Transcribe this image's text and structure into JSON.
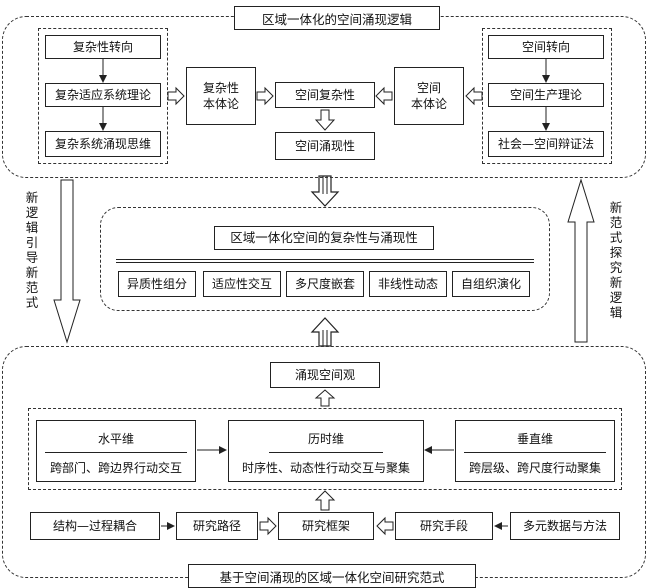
{
  "top_section": {
    "title": "区域一体化的空间涌现逻辑",
    "left_column": [
      "复杂性转向",
      "复杂适应系统理论",
      "复杂系统涌现思维"
    ],
    "complexity_ontology": "复杂性\n本体论",
    "spatial_complexity": "空间复杂性",
    "spatial_emergence": "空间涌现性",
    "space_ontology": "空间\n本体论",
    "right_column": [
      "空间转向",
      "空间生产理论",
      "社会—空间辩证法"
    ]
  },
  "left_arrow_text": "新逻辑引导新范式",
  "right_arrow_text": "新范式探究新逻辑",
  "middle_section": {
    "title": "区域一体化空间的复杂性与涌现性",
    "items": [
      "异质性组分",
      "适应性交互",
      "多尺度嵌套",
      "非线性动态",
      "自组织演化"
    ]
  },
  "bottom_section": {
    "title": "基于空间涌现的区域一体化空间研究范式",
    "emergent_view": "涌现空间观",
    "horizontal": {
      "title": "水平维",
      "desc": "跨部门、跨边界行动交互"
    },
    "diachronic": {
      "title": "历时维",
      "desc": "时序性、动态性行动交互与聚集"
    },
    "vertical": {
      "title": "垂直维",
      "desc": "跨层级、跨尺度行动聚集"
    },
    "bottom_row": [
      "结构—过程耦合",
      "研究路径",
      "研究框架",
      "研究手段",
      "多元数据与方法"
    ]
  }
}
